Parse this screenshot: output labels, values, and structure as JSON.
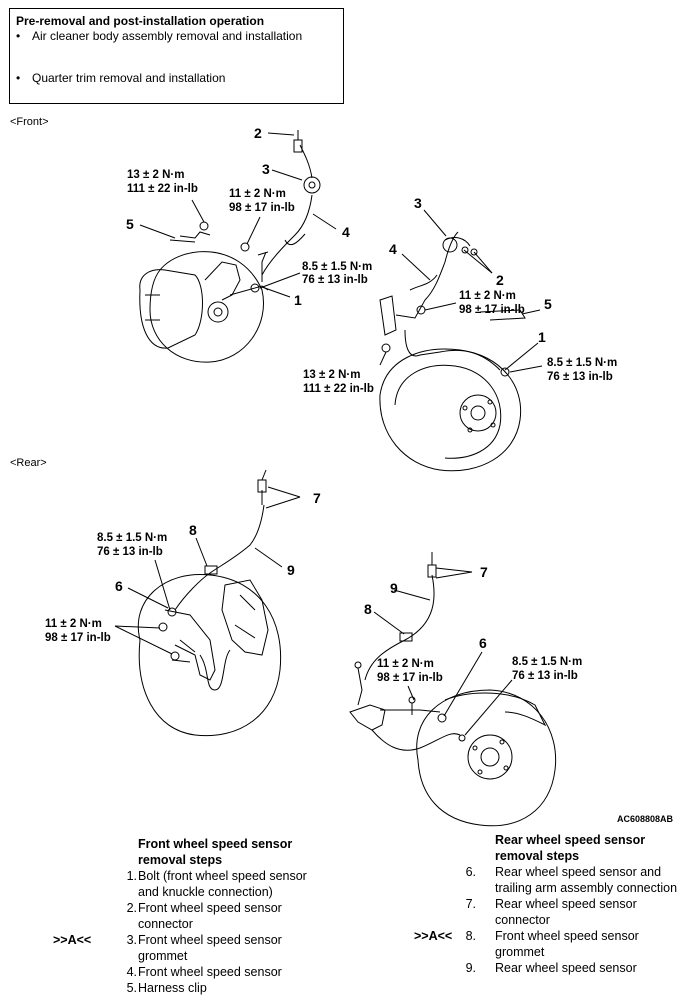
{
  "pre_removal": {
    "title": "Pre-removal and post-installation operation",
    "items": [
      "Air cleaner body assembly removal and installation",
      "Quarter trim removal and installation"
    ]
  },
  "sections": {
    "front": "<Front>",
    "rear": "<Rear>"
  },
  "callouts": {
    "n1": "1",
    "n2": "2",
    "n3": "3",
    "n4": "4",
    "n5": "5",
    "n6": "6",
    "n7": "7",
    "n8": "8",
    "n9": "9"
  },
  "torque": {
    "t13_nm": "13 ± 2 N·m",
    "t13_lb": "111 ± 22 in-lb",
    "t11_nm": "11 ± 2 N·m",
    "t11_lb": "98 ± 17 in-lb",
    "t85_nm": "8.5 ± 1.5 N·m",
    "t85_lb": "76 ± 13 in-lb"
  },
  "figure_code": "AC608808AB",
  "front_steps": {
    "heading_1": "Front wheel speed sensor",
    "heading_2": "removal steps",
    "items": [
      {
        "num": "1.",
        "l1": "Bolt (front wheel speed sensor",
        "l2": "and knuckle connection)",
        "ref": ""
      },
      {
        "num": "2.",
        "l1": "Front wheel speed sensor",
        "l2": "connector",
        "ref": ""
      },
      {
        "num": "3.",
        "l1": "Front wheel speed sensor",
        "l2": "grommet",
        "ref": ">>A<<"
      },
      {
        "num": "4.",
        "l1": "Front wheel speed sensor",
        "l2": "",
        "ref": ""
      },
      {
        "num": "5.",
        "l1": "Harness clip",
        "l2": "",
        "ref": ""
      }
    ]
  },
  "rear_steps": {
    "heading_1": "Rear wheel speed sensor",
    "heading_2": "removal steps",
    "items": [
      {
        "num": "6.",
        "l1": "Rear wheel speed sensor and",
        "l2": "trailing arm assembly connection",
        "ref": ""
      },
      {
        "num": "7.",
        "l1": "Rear wheel speed sensor",
        "l2": "connector",
        "ref": ""
      },
      {
        "num": "8.",
        "l1": "Front wheel speed sensor",
        "l2": "grommet",
        "ref": ">>A<<"
      },
      {
        "num": "9.",
        "l1": "Rear wheel speed sensor",
        "l2": "",
        "ref": ""
      }
    ]
  }
}
